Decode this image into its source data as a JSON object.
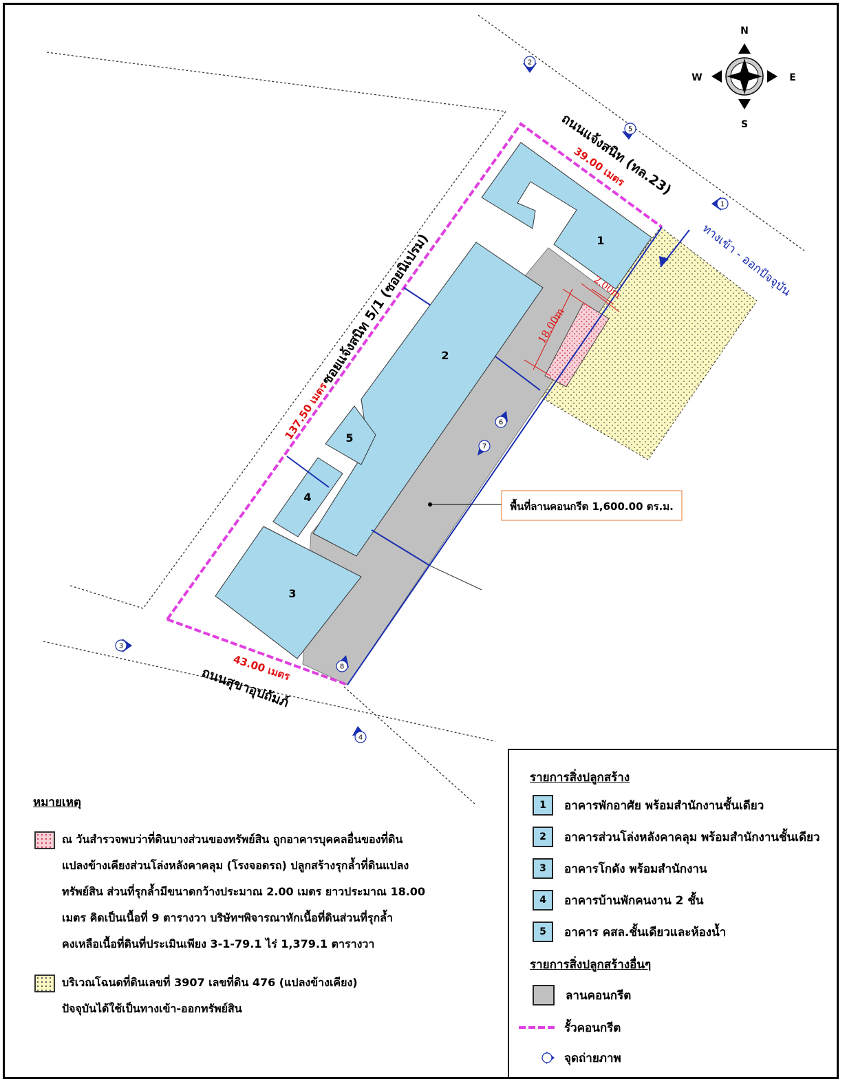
{
  "compass": {
    "n": "N",
    "s": "S",
    "e": "E",
    "w": "W"
  },
  "roads": {
    "north_road": "ถนนแจ้งสนิท (ทล.23)",
    "west_road": "ซอยแจ้งสนิท 5/1 (ซอยนิเปรม)",
    "south_road": "ถนนสุขาอุปถัมภ์",
    "entrance": "ทางเข้า - ออกปัจจุบัน"
  },
  "dimensions": {
    "north": "39.00 เมตร",
    "west": "137.50 เมตร",
    "south": "43.00 เมตร",
    "encroach_width": "2.00m",
    "encroach_length": "18.00m"
  },
  "buildings": [
    "1",
    "2",
    "3",
    "4",
    "5"
  ],
  "photo_points": [
    "1",
    "2",
    "3",
    "4",
    "5",
    "6",
    "7",
    "8"
  ],
  "callout": "พื้นที่ลานคอนกรีต 1,600.00 ตร.ม.",
  "notes": {
    "title": "หมายเหตุ",
    "pink_lines": [
      "ณ วันสำรวจพบว่าที่ดินบางส่วนของทรัพย์สิน ถูกอาคารบุคคลอื่นของที่ดิน",
      "แปลงข้างเคียงส่วนโล่งหลังคาคลุม (โรงจอดรถ) ปลูกสร้างรุกล้ำที่ดินแปลง",
      "ทรัพย์สิน ส่วนที่รุกล้ำมีขนาดกว้างประมาณ 2.00 เมตร ยาวประมาณ 18.00",
      "เมตร คิดเป็นเนื้อที่ 9 ตารางวา บริษัทฯพิจารณาหักเนื้อที่ดินส่วนที่รุกล้ำ",
      "คงเหลือเนื้อที่ดินที่ประเมินเพียง 3-1-79.1 ไร่ 1,379.1 ตารางวา"
    ],
    "yellow_lines": [
      "บริเวณโฉนดที่ดินเลขที่ 3907 เลขที่ดิน 476 (แปลงข้างเคียง)",
      "ปัจจุบันได้ใช้เป็นทางเข้า-ออกทรัพย์สิน"
    ]
  },
  "legend": {
    "title1": "รายการสิ่งปลูกสร้าง",
    "items": [
      {
        "num": "1",
        "label": "อาคารพักอาศัย พร้อมสำนักงานชั้นเดียว"
      },
      {
        "num": "2",
        "label": "อาคารส่วนโล่งหลังคาคลุม พร้อมสำนักงานชั้นเดียว"
      },
      {
        "num": "3",
        "label": "อาคารโกดัง พร้อมสำนักงาน"
      },
      {
        "num": "4",
        "label": "อาคารบ้านพักคนงาน 2 ชั้น"
      },
      {
        "num": "5",
        "label": "อาคาร คสล.ชั้นเดียวและห้องน้ำ"
      }
    ],
    "title2": "รายการสิ่งปลูกสร้างอื่นๆ",
    "concrete": "ลานคอนกรีต",
    "fence": "รั้วคอนกรีต",
    "photo": "จุดถ่ายภาพ"
  },
  "colors": {
    "building": "#a8d8ec",
    "concrete": "#c0c0c0",
    "fence": "#e040e0",
    "line": "#1a2fb0",
    "dimension": "#e01010",
    "encroach": "#f8d0d8",
    "neighbor": "#fbf7c0"
  }
}
